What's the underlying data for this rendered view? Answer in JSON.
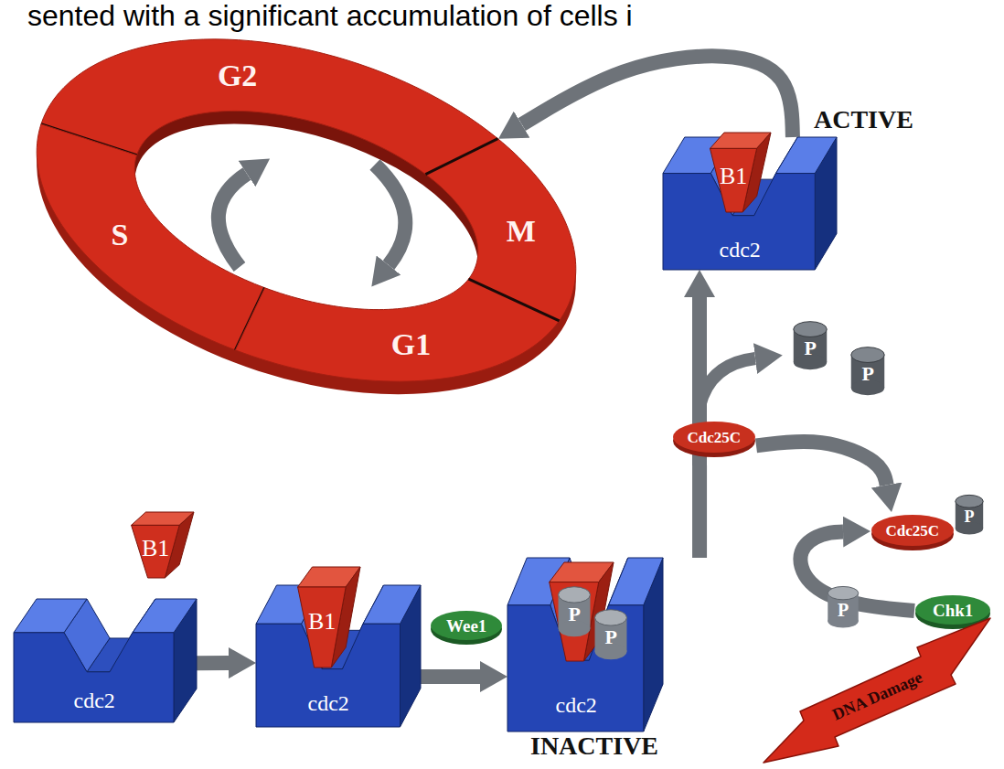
{
  "diagram": {
    "nodes": [
      {
        "text": [
          "G2"
        ]
      },
      {
        "text": [
          "S"
        ]
      },
      {
        "text": [
          "M"
        ]
      },
      {
        "text": [
          "G1"
        ]
      },
      {
        "text": [
          "cdc2"
        ]
      },
      {
        "text": [
          "B1"
        ],
        "in": 4
      },
      {
        "text": [
          "P"
        ]
      },
      {
        "text": [
          "P"
        ]
      },
      {
        "text": [
          "Cdc25C"
        ]
      },
      {
        "text": [
          "Cdc25C"
        ]
      },
      {
        "text": [
          "P"
        ]
      },
      {
        "text": [
          "B1"
        ]
      },
      {
        "text": [
          "cdc2"
        ]
      },
      {
        "text": [
          "cdc2"
        ]
      },
      {
        "text": [
          "B1"
        ],
        "in": 13
      },
      {
        "text": [
          "Wee1"
        ]
      },
      {
        "text": [
          "cdc2"
        ]
      },
      {
        "text": [
          "P"
        ],
        "in": 16
      },
      {
        "text": [
          "P"
        ],
        "in": 16
      },
      {
        "text": [
          "P"
        ]
      },
      {
        "text": [
          "Chk1"
        ]
      },
      {
        "text": [
          "DNA Damage"
        ]
      }
    ],
    "edges": [
      {
        "from": 12,
        "to": 13,
        "arrow": "to"
      },
      {
        "from": 13,
        "to": 16,
        "arrow": "to"
      },
      {
        "from": 16,
        "to": 4,
        "arrow": "to"
      },
      {
        "from": 4,
        "to": 0,
        "arrow": "to"
      },
      {
        "from": 8,
        "to": 9,
        "arrow": "to"
      },
      {
        "from": 20,
        "to": 9,
        "arrow": "to"
      }
    ],
    "labels": [
      "sented with a significant accumulation of cells i",
      "ACTIVE",
      "INACTIVE"
    ]
  }
}
